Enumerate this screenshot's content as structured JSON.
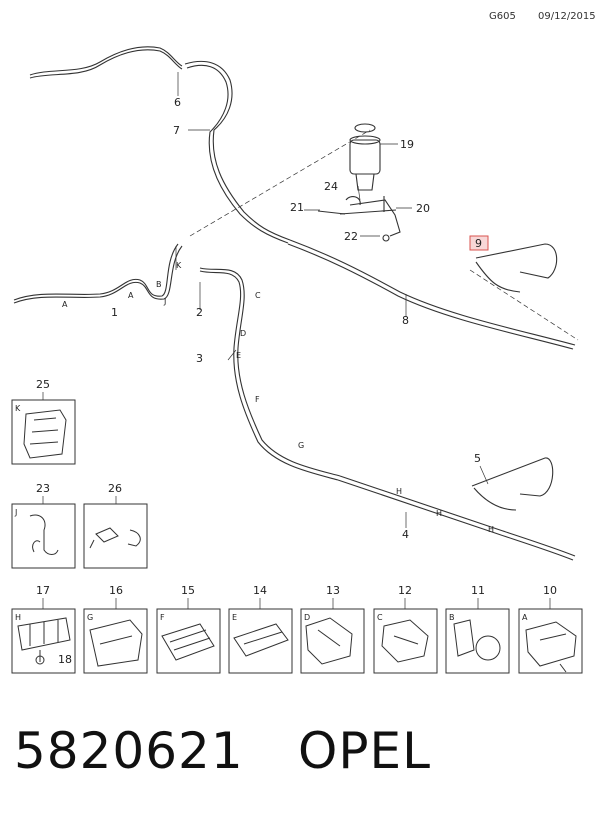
{
  "header": {
    "code": "G605",
    "date": "09/12/2015"
  },
  "part_numbers": {
    "n1": "1",
    "n2": "2",
    "n3": "3",
    "n4": "4",
    "n5": "5",
    "n6": "6",
    "n7": "7",
    "n8": "8",
    "n9": "9",
    "n10": "10",
    "n11": "11",
    "n12": "12",
    "n13": "13",
    "n14": "14",
    "n15": "15",
    "n16": "16",
    "n17": "17",
    "n18": "18",
    "n19": "19",
    "n20": "20",
    "n21": "21",
    "n22": "22",
    "n23": "23",
    "n24": "24",
    "n25": "25",
    "n26": "26"
  },
  "clip_letters": {
    "A": "A",
    "B": "B",
    "C": "C",
    "D": "D",
    "E": "E",
    "F": "F",
    "G": "G",
    "H": "H",
    "J": "J",
    "K": "K"
  },
  "footer": {
    "part_number": "5820621",
    "brand": "OPEL"
  },
  "colors": {
    "line": "#333333",
    "highlight": "#d9534f",
    "highlight_fill": "#f8d7d7"
  }
}
